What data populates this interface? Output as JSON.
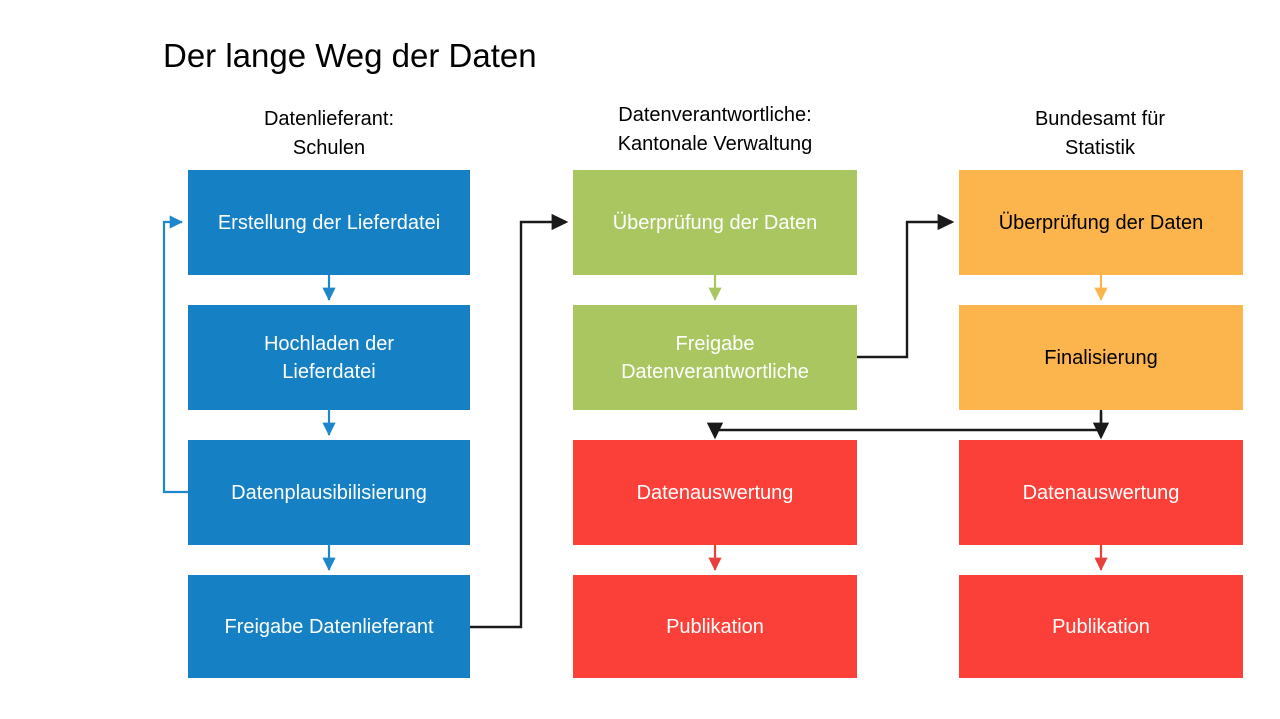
{
  "title": "Der lange Weg der Daten",
  "colors": {
    "blue": "#1580c3",
    "green": "#aac661",
    "orange": "#fcb44c",
    "red": "#fb4039",
    "blue_arrow": "#1e87cb",
    "green_arrow": "#aac661",
    "orange_arrow": "#fcb44c",
    "red_arrow": "#e8413c",
    "black_arrow": "#1a1a1a",
    "text_light": "#ffffff",
    "text_dark": "#000000",
    "background": "#ffffff"
  },
  "columns": [
    {
      "id": "datenlieferant",
      "header_line1": "Datenlieferant:",
      "header_line2": "Schulen",
      "nodes": [
        {
          "id": "erstellung-der-lieferdatei",
          "line1": "Erstellung der Lieferdatei",
          "line2": ""
        },
        {
          "id": "hochladen-der-lieferdatei",
          "line1": "Hochladen der",
          "line2": "Lieferdatei"
        },
        {
          "id": "datenplausibilisierung",
          "line1": "Datenplausibilisierung",
          "line2": ""
        },
        {
          "id": "freigabe-datenlieferant",
          "line1": "Freigabe Datenlieferant",
          "line2": ""
        }
      ]
    },
    {
      "id": "datenverantwortliche",
      "header_line1": "Datenverantwortliche:",
      "header_line2": "Kantonale Verwaltung",
      "nodes": [
        {
          "id": "ueberpruefung-der-daten-kanton",
          "line1": "Überprüfung der Daten",
          "line2": ""
        },
        {
          "id": "freigabe-datenverantwortliche",
          "line1": "Freigabe",
          "line2": "Datenverantwortliche"
        },
        {
          "id": "datenauswertung-kanton",
          "line1": "Datenauswertung",
          "line2": ""
        },
        {
          "id": "publikation-kanton",
          "line1": "Publikation",
          "line2": ""
        }
      ]
    },
    {
      "id": "bundesamt-fuer-statistik",
      "header_line1": "Bundesamt für",
      "header_line2": "Statistik",
      "nodes": [
        {
          "id": "ueberpruefung-der-daten-bfs",
          "line1": "Überprüfung der Daten",
          "line2": ""
        },
        {
          "id": "finalisierung",
          "line1": "Finalisierung",
          "line2": ""
        },
        {
          "id": "datenauswertung-bfs",
          "line1": "Datenauswertung",
          "line2": ""
        },
        {
          "id": "publikation-bfs",
          "line1": "Publikation",
          "line2": ""
        }
      ]
    }
  ],
  "connectors": [
    {
      "id": "erstellung-to-hochladen",
      "kind": "vertical-arrow",
      "color": "blue_arrow"
    },
    {
      "id": "hochladen-to-plausibilisierung",
      "kind": "vertical-arrow",
      "color": "blue_arrow"
    },
    {
      "id": "plausibilisierung-to-freigabe-lieferant",
      "kind": "vertical-arrow",
      "color": "blue_arrow"
    },
    {
      "id": "plausibilisierung-back-to-erstellung",
      "kind": "feedback-loop-left",
      "color": "blue_arrow"
    },
    {
      "id": "freigabe-lieferant-to-ueberpruefung-kanton",
      "kind": "elbow-right-up-right",
      "color": "black_arrow"
    },
    {
      "id": "ueberpruefung-kanton-to-freigabe-kanton",
      "kind": "vertical-arrow",
      "color": "green_arrow"
    },
    {
      "id": "freigabe-kanton-to-ueberpruefung-bfs",
      "kind": "elbow-right-up-right",
      "color": "black_arrow"
    },
    {
      "id": "ueberpruefung-bfs-to-finalisierung",
      "kind": "vertical-arrow",
      "color": "orange_arrow"
    },
    {
      "id": "finalisierung-to-datenauswertung-bfs",
      "kind": "vertical-arrow",
      "color": "black_arrow"
    },
    {
      "id": "finalisierung-to-datenauswertung-kanton",
      "kind": "elbow-down-left-down",
      "color": "black_arrow"
    },
    {
      "id": "datenauswertung-kanton-to-publikation-kanton",
      "kind": "vertical-arrow",
      "color": "red_arrow"
    },
    {
      "id": "datenauswertung-bfs-to-publikation-bfs",
      "kind": "vertical-arrow",
      "color": "red_arrow"
    }
  ]
}
